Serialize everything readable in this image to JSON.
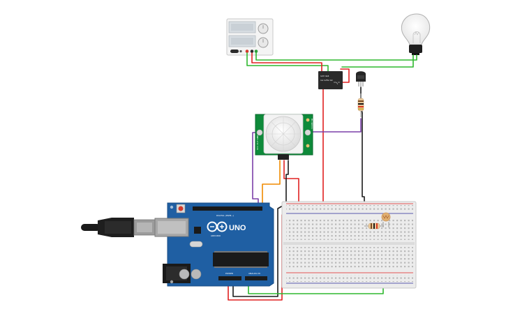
{
  "arduino": {
    "brand_text": "UNO",
    "maker_text": "ARDUINO",
    "digital_header_label": "DIGITAL (PWM~)",
    "power_header_label": "POWER",
    "analog_header_label": "ANALOG IN",
    "board_color": "#1f5fa3"
  },
  "relay": {
    "label_line1": "12V 4x4",
    "label_line2": "1A 125V AC",
    "body_color": "#2a2a2a"
  },
  "pir_sensor": {
    "left_label": "VCC  OUT  GND",
    "right_label": "HC-SR501",
    "board_color": "#0e8a3a"
  },
  "wire_colors": {
    "red": "#e02020",
    "black": "#1a1a1a",
    "green": "#2eb82e",
    "orange": "#f08a00",
    "purple": "#7b3fa8"
  },
  "components": {
    "power_supply": "power-supply",
    "light_bulb": "light-bulb",
    "transistor": "transistor",
    "resistor": "resistor",
    "photoresistor": "photoresistor",
    "breadboard": "breadboard",
    "usb_cable": "usb-cable"
  }
}
